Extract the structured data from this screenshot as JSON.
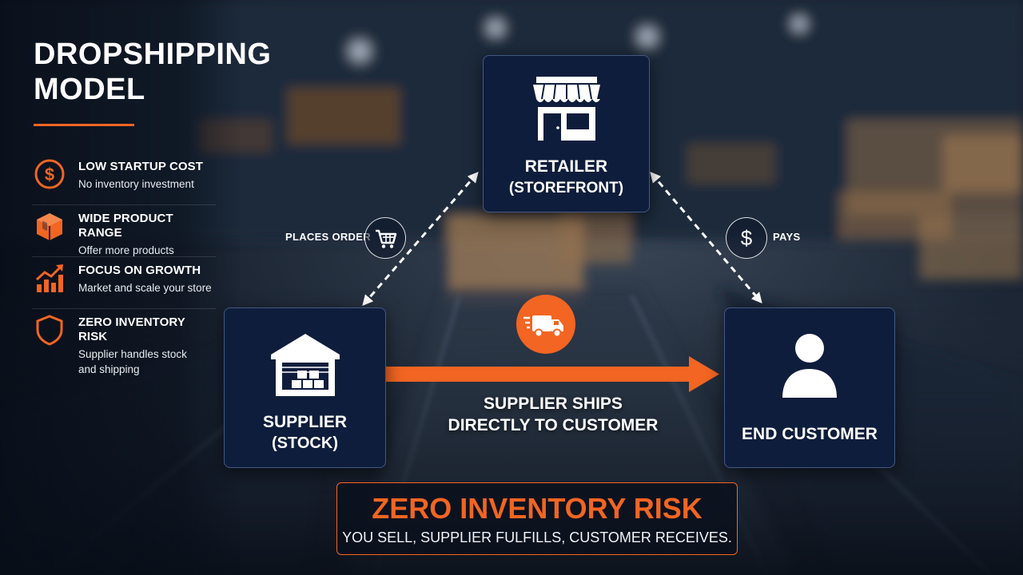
{
  "title": {
    "line1": "DROPSHIPPING",
    "line2": "MODEL"
  },
  "accent_color": "#f26522",
  "node_color": "#0f1d3c",
  "benefits": [
    {
      "icon": "dollar-circle-icon",
      "heading": "LOW STARTUP COST",
      "desc": [
        "No inventory investment"
      ]
    },
    {
      "icon": "box-icon",
      "heading": "WIDE PRODUCT RANGE",
      "desc": [
        "Offer more products"
      ]
    },
    {
      "icon": "growth-chart-icon",
      "heading": "FOCUS ON GROWTH",
      "desc": [
        "Market and scale your store"
      ]
    },
    {
      "icon": "shield-icon",
      "heading": "ZERO INVENTORY RISK",
      "desc": [
        "Supplier handles stock",
        "and shipping"
      ]
    }
  ],
  "nodes": {
    "retailer": {
      "icon": "storefront-icon",
      "label_line1": "RETAILER",
      "label_line2": "(STOREFRONT)"
    },
    "supplier": {
      "icon": "warehouse-icon",
      "label_line1": "SUPPLIER",
      "label_line2": "(STOCK)"
    },
    "customer": {
      "icon": "person-icon",
      "label_line1": "END CUSTOMER"
    }
  },
  "flows": {
    "places_order": {
      "label": "PLACES ORDER",
      "icon": "shopping-cart-icon"
    },
    "pays": {
      "label": "PAYS",
      "icon": "dollar-icon"
    },
    "ships": {
      "line1": "SUPPLIER SHIPS",
      "line2": "DIRECTLY TO CUSTOMER",
      "icon": "delivery-truck-icon"
    }
  },
  "banner": {
    "title": "ZERO INVENTORY RISK",
    "subtitle": "YOU SELL, SUPPLIER FULFILLS, CUSTOMER RECEIVES."
  }
}
